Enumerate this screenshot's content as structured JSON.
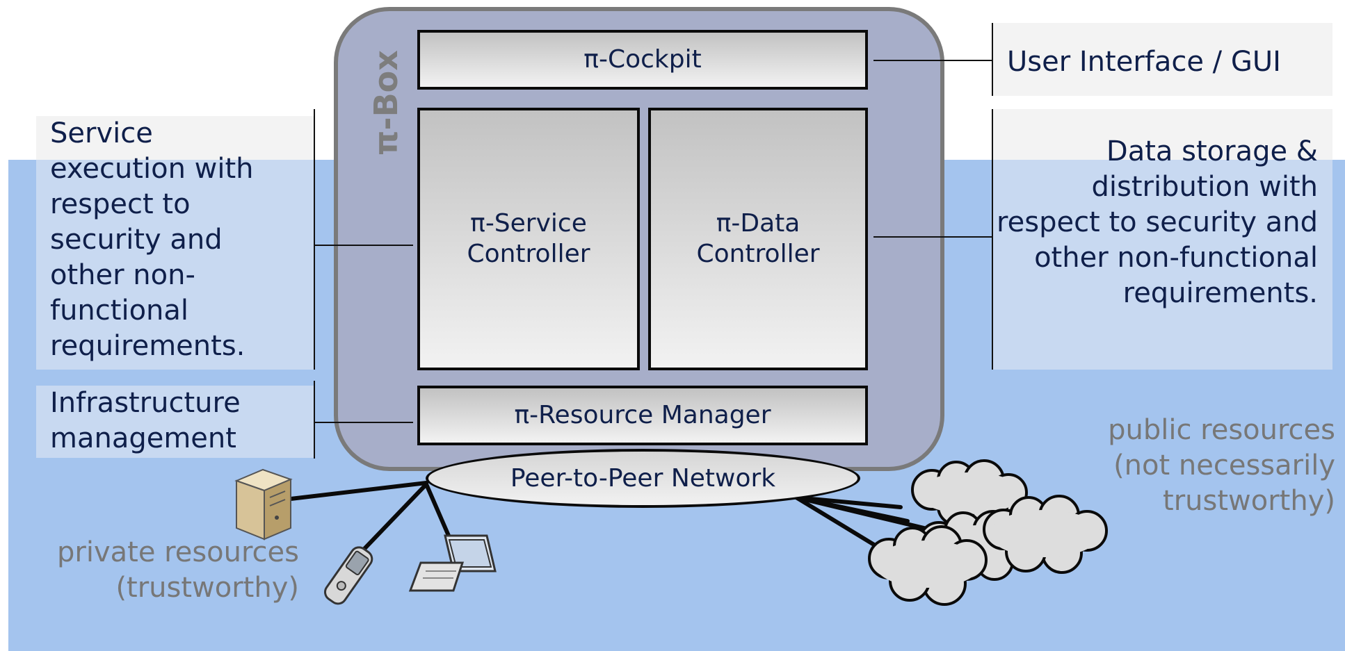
{
  "pi_box": {
    "title": "π-Box"
  },
  "components": {
    "cockpit": "π-Cockpit",
    "service_controller": "π-Service Controller",
    "data_controller": "π-Data Controller",
    "resource_manager": "π-Resource Manager",
    "network": "Peer-to-Peer Network"
  },
  "labels": {
    "gui": "User Interface / GUI",
    "service_execution": "Service execution with respect to security and other non-functional requirements.",
    "data_storage": "Data storage & distribution with respect to  security and other non-functional requirements.",
    "infrastructure": "Infrastructure management",
    "private_resources": "private resources (trustworthy)",
    "public_resources": "public resources (not necessarily trustworthy)"
  },
  "colors": {
    "background_blue": "#a4c4ee",
    "pi_box_fill": "#a7aec9",
    "label_text": "#0f1f4a",
    "resource_text": "#777777"
  },
  "icons": [
    "server-icon",
    "mobile-phone-icon",
    "laptop-icon",
    "cloud-icon"
  ]
}
